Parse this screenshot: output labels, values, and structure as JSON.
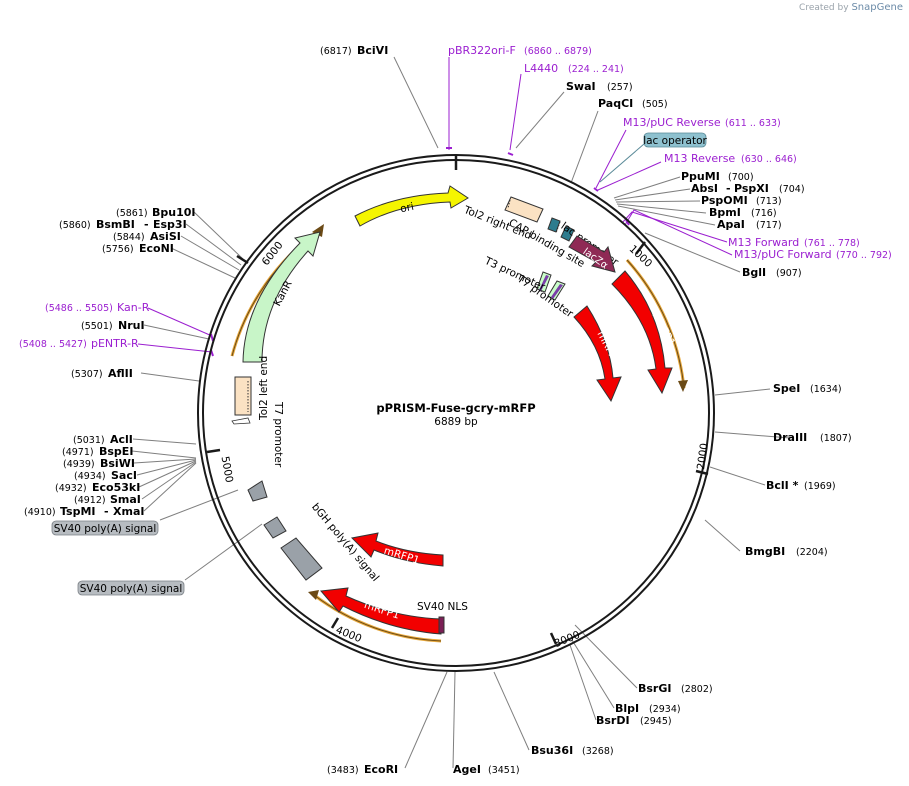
{
  "credit": {
    "prefix": "Created by",
    "brand": "SnapGene"
  },
  "plasmid": {
    "name": "pPRISM-Fuse-gcry-mRFP",
    "length_label": "6889 bp"
  },
  "ticks": [
    "1000",
    "2000",
    "3000",
    "4000",
    "5000",
    "6000"
  ],
  "enzymes": [
    {
      "name": "BciVI",
      "pos": "(6817)"
    },
    {
      "name": "SwaI",
      "pos": "(257)"
    },
    {
      "name": "PaqCI",
      "pos": "(505)"
    },
    {
      "name": "PpuMI",
      "pos": "(700)"
    },
    {
      "name": "AbsI",
      "name2": "PspXI",
      "pos": "(704)"
    },
    {
      "name": "PspOMI",
      "pos": "(713)"
    },
    {
      "name": "BpmI",
      "pos": "(716)"
    },
    {
      "name": "ApaI",
      "pos": "(717)"
    },
    {
      "name": "BglI",
      "pos": "(907)"
    },
    {
      "name": "SpeI",
      "pos": "(1634)"
    },
    {
      "name": "DraIII",
      "pos": "(1807)"
    },
    {
      "name": "BclI *",
      "pos": "(1969)"
    },
    {
      "name": "BmgBI",
      "pos": "(2204)"
    },
    {
      "name": "BsrGI",
      "pos": "(2802)"
    },
    {
      "name": "BlpI",
      "pos": "(2934)"
    },
    {
      "name": "BsrDI",
      "pos": "(2945)"
    },
    {
      "name": "Bsu36I",
      "pos": "(3268)"
    },
    {
      "name": "AgeI",
      "pos": "(3451)"
    },
    {
      "name": "EcoRI",
      "pos": "(3483)"
    },
    {
      "name": "TspMI",
      "name2": "XmaI",
      "pos": "(4910)"
    },
    {
      "name": "SmaI",
      "pos": "(4912)"
    },
    {
      "name": "Eco53kI",
      "pos": "(4932)"
    },
    {
      "name": "SacI",
      "pos": "(4934)"
    },
    {
      "name": "BsiWI",
      "pos": "(4939)"
    },
    {
      "name": "BspEI",
      "pos": "(4971)"
    },
    {
      "name": "AclI",
      "pos": "(5031)"
    },
    {
      "name": "AflII",
      "pos": "(5307)"
    },
    {
      "name": "NruI",
      "pos": "(5501)"
    },
    {
      "name": "EcoNI",
      "pos": "(5756)"
    },
    {
      "name": "AsiSI",
      "pos": "(5844)"
    },
    {
      "name": "BsmBI",
      "name2": "Esp3I",
      "pos": "(5860)"
    },
    {
      "name": "Bpu10I",
      "pos": "(5861)"
    }
  ],
  "primers": [
    {
      "name": "pBR322ori-F",
      "range": "(6860 .. 6879)"
    },
    {
      "name": "L4440",
      "range": "(224 .. 241)"
    },
    {
      "name": "M13/pUC Reverse",
      "range": "(611 .. 633)"
    },
    {
      "name": "M13 Reverse",
      "range": "(630 .. 646)"
    },
    {
      "name": "M13 Forward",
      "range": "(761 .. 778)"
    },
    {
      "name": "M13/pUC Forward",
      "range": "(770 .. 792)"
    },
    {
      "name": "Kan-R",
      "range": "(5486 .. 5505)"
    },
    {
      "name": "pENTR-R",
      "range": "(5408 .. 5427)"
    }
  ],
  "features": {
    "ori": "ori",
    "tol2_right": "Tol2 right end",
    "cap_site": "CAP binding site",
    "lac_promoter": "lac promoter",
    "lacZa": "lacZα",
    "t3_promoter": "T3 promoter",
    "t7_promoter_top": "T7 promoter",
    "mrfp1_outer": "mRFP1",
    "mrfp1_inner": "mRFP1",
    "mrfp1_bottom_a": "mRFP1",
    "mrfp1_bottom_b": "mRFP1",
    "sv40_nls": "SV40 NLS",
    "bgh_polya": "bGH poly(A) signal",
    "kanr": "KanR",
    "tol2_left": "Tol2 left end",
    "t7_promoter_left": "T7 promoter"
  },
  "boxed_labels": {
    "lac_operator": "lac operator",
    "sv40_polya_1": "SV40 poly(A) signal",
    "sv40_polya_2": "SV40 poly(A) signal"
  },
  "colors": {
    "backbone": "#1a1a1a",
    "enzyme_line": "#7f7f7f",
    "primer": "#9b1fd0",
    "mrfp1": "#f20000",
    "ori": "#f5f500",
    "kanr": "#c8f5c8",
    "lacZa": "#8f2a55",
    "tol2": "#fbe2c3",
    "orange_line": "#e8a93d",
    "polya": "#9aa1a8",
    "lac_operator": "#8ec1cf"
  }
}
